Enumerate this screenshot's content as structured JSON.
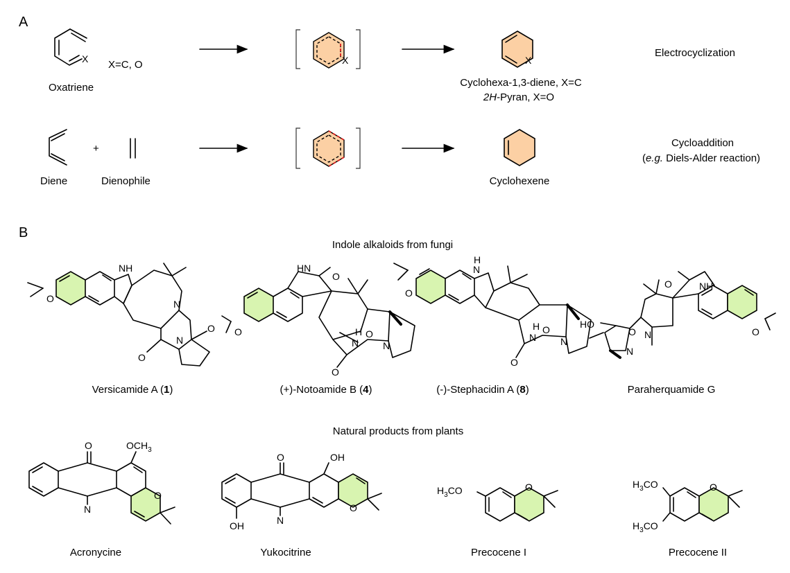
{
  "colors": {
    "orange_fill": "#fcd0a4",
    "green_fill": "#d8f4b0",
    "red_dash": "#e02020"
  },
  "panel_a": {
    "label": "A",
    "row1": {
      "reactant_label": "Oxatriene",
      "x_note": "X=C, O",
      "atom_x": "X",
      "product_label_1": "Cyclohexa-1,3-diene, X=C",
      "product_label_2_italic": "2H",
      "product_label_2_rest": "-Pyran, X=O",
      "reaction_type": "Electrocyclization"
    },
    "row2": {
      "diene_label": "Diene",
      "plus": "+",
      "dienophile_label": "Dienophile",
      "product_label": "Cyclohexene",
      "reaction_line1": "Cycloaddition",
      "reaction_line2_open": "(",
      "reaction_line2_italic": "e.g.",
      "reaction_line2_rest": " Diels-Alder reaction)"
    }
  },
  "panel_b": {
    "label": "B",
    "section1_title": "Indole alkaloids from fungi",
    "section2_title": "Natural products from plants",
    "compounds_fungi": [
      {
        "name": "Versicamide A (",
        "number": "1",
        "close": ")"
      },
      {
        "name": "(+)-Notoamide B (",
        "number": "4",
        "close": ")"
      },
      {
        "name": "(-)-Stephacidin A (",
        "number": "8",
        "close": ")"
      },
      {
        "name": "Paraherquamide G",
        "number": "",
        "close": ""
      }
    ],
    "compounds_plants": [
      {
        "name": "Acronycine"
      },
      {
        "name": "Yukocitrine"
      },
      {
        "name": "Precocene I"
      },
      {
        "name": "Precocene II"
      }
    ],
    "atoms": {
      "O": "O",
      "N": "N",
      "NH": "NH",
      "H": "H",
      "HN": "HN",
      "HO": "HO",
      "OH": "OH",
      "OCH3_main": "OCH",
      "OCH3_sub": "3",
      "H3CO_a": "H",
      "H3CO_sub": "3",
      "H3CO_b": "CO"
    }
  }
}
